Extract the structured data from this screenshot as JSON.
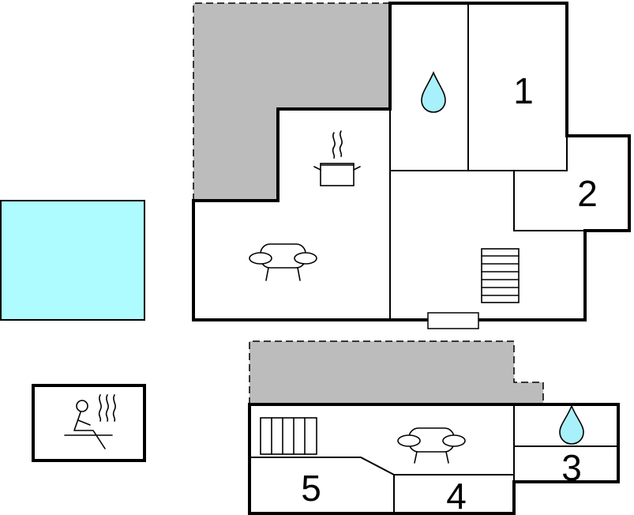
{
  "colors": {
    "pool": "#aefcff",
    "water_drop": "#a8f0fa",
    "terrace": "#bcbcbc",
    "wall": "#000000",
    "background": "#ffffff"
  },
  "rooms": {
    "room1": "1",
    "room2": "2",
    "room3": "3",
    "room4": "4",
    "room5": "5"
  },
  "icons": {
    "upper_bathroom": "water-drop-icon",
    "lower_bathroom": "water-drop-icon",
    "kitchen": "cooking-pot-icon",
    "upper_living": "sofa-icon",
    "lower_living": "sofa-icon",
    "stairs": "stairs-icon",
    "lower_radiator": "radiator-icon",
    "sauna": "sauna-icon",
    "door": "door-icon"
  }
}
